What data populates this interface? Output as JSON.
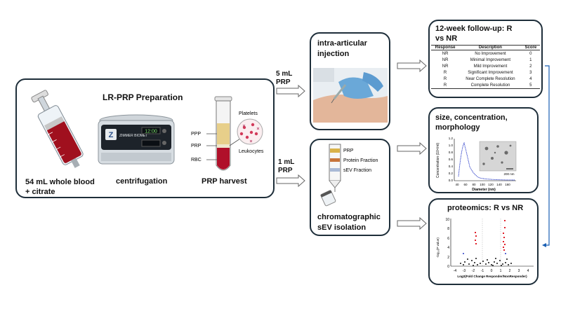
{
  "main": {
    "title": "LR-PRP Preparation",
    "step1": "54 mL whole blood\n+ citrate",
    "step2": "centrifugation",
    "step3": "PRP harvest",
    "centrifuge_brand": "ZIMMER BIOMET",
    "centrifuge_display": "12:00",
    "tube_layers": [
      "PPP",
      "PRP",
      "RBC"
    ],
    "platelets_label": "Platelets",
    "leukocytes_label": "Leukocytes"
  },
  "arrows": {
    "upper_label": "5 mL\nPRP",
    "lower_label": "1 mL\nPRP"
  },
  "injection": {
    "title": "intra-articular\ninjection"
  },
  "chromatography": {
    "title": "chromatographic\nsEV isolation",
    "fractions": [
      "PRP",
      "Protein Fraction",
      "sEV Fraction"
    ]
  },
  "followup": {
    "title": "12-week follow-up: R\nvs NR",
    "headers": [
      "Response",
      "Description",
      "Score"
    ],
    "rows": [
      [
        "NR",
        "No Improvement",
        "0"
      ],
      [
        "NR",
        "Minimal Improvement",
        "1"
      ],
      [
        "NR",
        "Mild Improvement",
        "2"
      ],
      [
        "R",
        "Significant Improvement",
        "3"
      ],
      [
        "R",
        "Near Complete Resolution",
        "4"
      ],
      [
        "R",
        "Complete Resolution",
        "5"
      ]
    ]
  },
  "size_panel": {
    "title": "size, concentration,\nmorphology",
    "ylabel": "Concentration (10⁸/ml)",
    "xlabel": "Diameter (nm)",
    "scale_label": "200 nm",
    "y_ticks": [
      "0.0",
      "0.2",
      "0.4",
      "0.6",
      "0.8",
      "1.0",
      "1.2"
    ],
    "x_ticks": [
      "40",
      "60",
      "80",
      "100",
      "120",
      "140",
      "160"
    ]
  },
  "proteomics": {
    "title": "proteomics: R vs NR",
    "ylabel": "-log₁₀(P value)",
    "xlabel": "Log2(Fold Change Responder/NonResponder)",
    "y_ticks": [
      "0",
      "2",
      "4",
      "6",
      "8",
      "10"
    ],
    "x_ticks": [
      "-4",
      "-3",
      "-2",
      "-1",
      "0",
      "1",
      "2",
      "3",
      "4"
    ]
  },
  "colors": {
    "border": "#1e2e3a",
    "blood": "#b0102a",
    "plasma": "#e7cf8a",
    "highlight_red": "#e0202a",
    "curve_blue": "#2a3cc8",
    "connector": "#1a5fb4"
  }
}
